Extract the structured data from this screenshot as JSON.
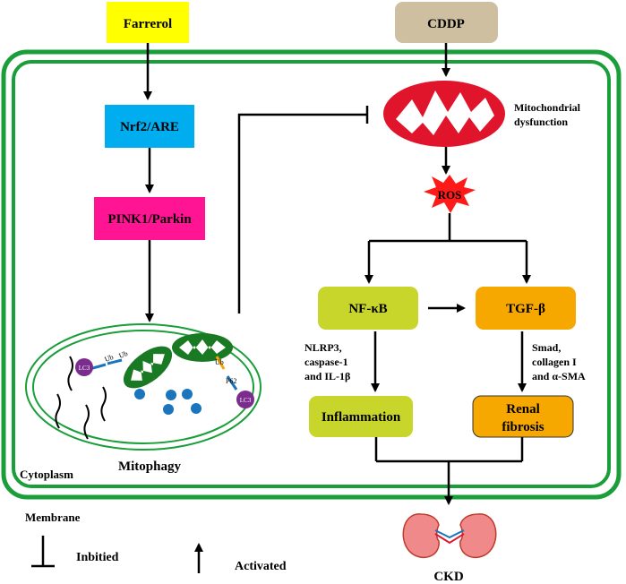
{
  "nodes": {
    "farrerol": "Farrerol",
    "cddp": "CDDP",
    "nrf2": "Nrf2/ARE",
    "pink1": "PINK1/Parkin",
    "mito_label_1": "Mitochondrial",
    "mito_label_2": "dysfunction",
    "ros": "ROS",
    "nfkb": "NF-κB",
    "tgfb": "TGF-β",
    "inflammation": "Inflammation",
    "renal_1": "Renal",
    "renal_2": "fibrosis",
    "mitophagy": "Mitophagy",
    "cytoplasm": "Cytoplasm",
    "membrane": "Membrane",
    "ckd": "CKD"
  },
  "annotations": {
    "nfkb_1": "NLRP3,",
    "nfkb_2": "caspase-1",
    "nfkb_3": "and IL-1β",
    "tgfb_1": "Smad,",
    "tgfb_2": "collagen I",
    "tgfb_3": "and α-SMA"
  },
  "mitophagy_labels": {
    "ub_1": "Ub",
    "ub_2": "Ub",
    "ub_3": "Ub",
    "p62": "P62",
    "lc3_1": "LC3",
    "lc3_2": "LC3"
  },
  "legend": {
    "inhibited": "Inbitied",
    "activated": "Activated"
  },
  "colors": {
    "farrerol": "#ffff00",
    "cddp": "#cdbf9f",
    "nrf2": "#00aeef",
    "pink1": "#ff1493",
    "mitochondria": "#e0142b",
    "ros": "#ff1a1a",
    "nfkb": "#c8d62b",
    "tgfb": "#f6a800",
    "membrane": "#1a9e3a"
  }
}
